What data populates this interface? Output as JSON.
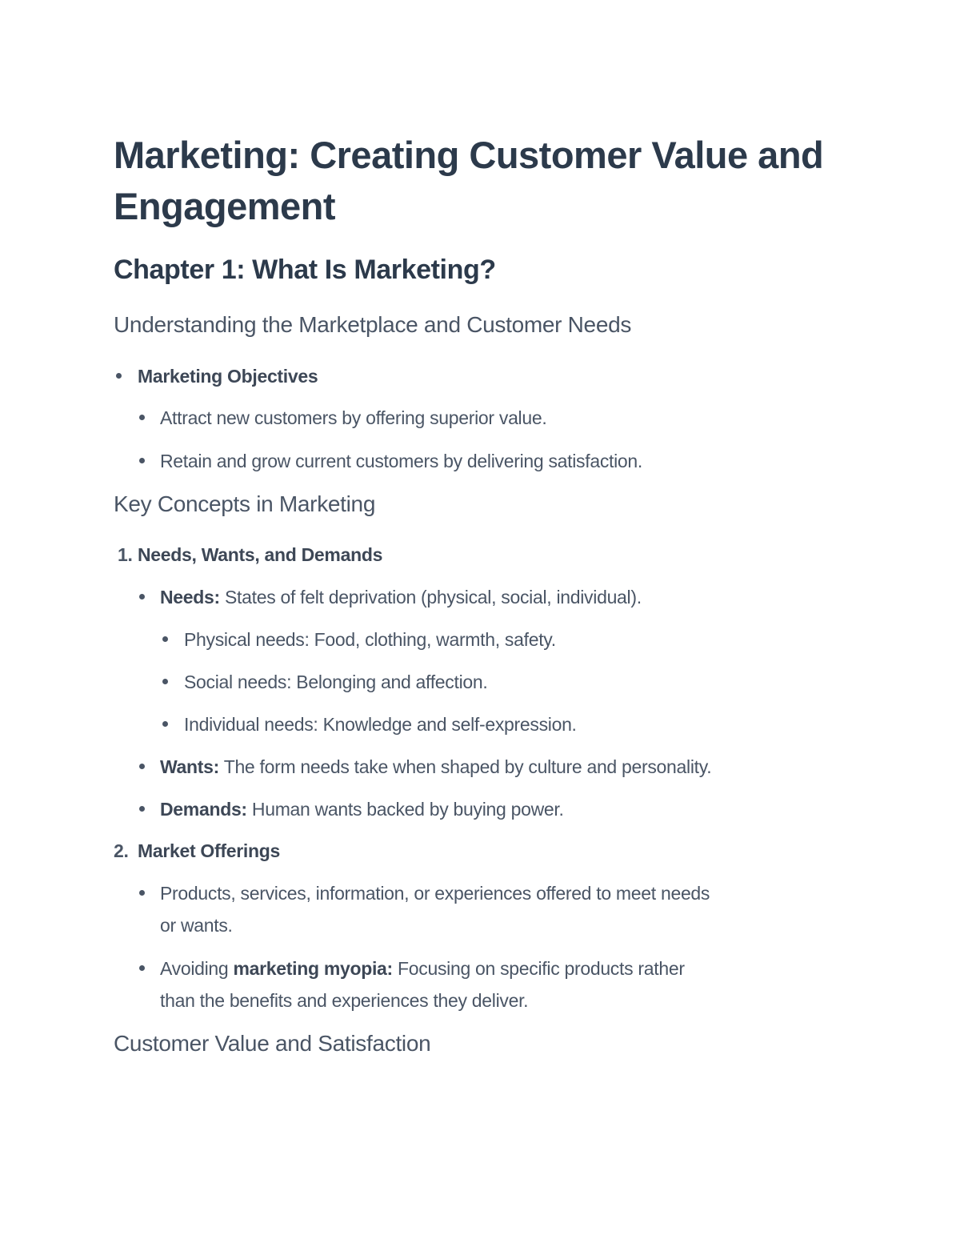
{
  "document": {
    "title": "Marketing: Creating Customer Value and Engagement",
    "chapter": "Chapter 1: What Is Marketing?",
    "sections": [
      {
        "heading": "Understanding the Marketplace and Customer Needs",
        "items": [
          {
            "label": "Marketing Objectives",
            "children": [
              "Attract new customers by offering superior value.",
              "Retain and grow current customers by delivering satisfaction."
            ]
          }
        ]
      },
      {
        "heading": "Key Concepts in Marketing",
        "numbered": [
          {
            "number": "1.",
            "label": "Needs, Wants, and Demands",
            "children": [
              {
                "term": "Needs:",
                "text": " States of felt deprivation (physical, social, individual).",
                "children": [
                  "Physical needs: Food, clothing, warmth, safety.",
                  "Social needs: Belonging and affection.",
                  "Individual needs: Knowledge and self-expression."
                ]
              },
              {
                "term": "Wants:",
                "text": " The form needs take when shaped by culture and personality."
              },
              {
                "term": "Demands:",
                "text": " Human wants backed by buying power."
              }
            ]
          },
          {
            "number": "2.",
            "label": "Market Offerings",
            "children": [
              {
                "line1": "Products, services, information, or experiences offered to meet needs",
                "line2": "or wants."
              },
              {
                "prefix": "Avoiding ",
                "term": "marketing myopia:",
                "line1": " Focusing on specific products rather",
                "line2": "than the benefits and experiences they deliver."
              }
            ]
          }
        ]
      },
      {
        "heading": "Customer Value and Satisfaction"
      }
    ]
  }
}
